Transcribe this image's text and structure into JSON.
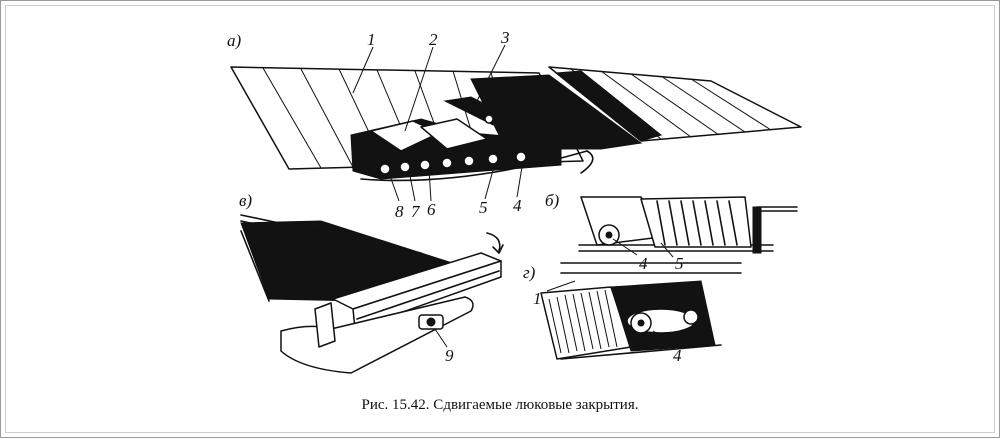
{
  "caption": "Рис. 15.42. Сдвигаемые люковые закрытия.",
  "panels": {
    "a": "а)",
    "b": "б)",
    "v": "в)",
    "g": "г)"
  },
  "callouts_a": [
    "1",
    "2",
    "3",
    "8",
    "7",
    "6",
    "5",
    "4"
  ],
  "callouts_b": [
    "4",
    "5"
  ],
  "callouts_v": [
    "9"
  ],
  "callouts_g": [
    "1",
    "4"
  ]
}
